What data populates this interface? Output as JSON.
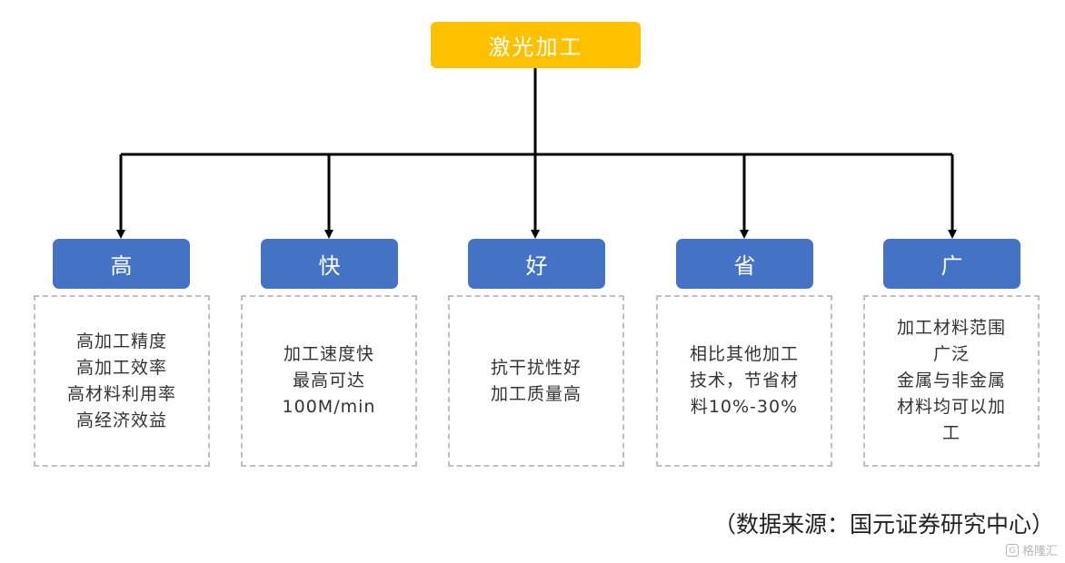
{
  "colors": {
    "root": "#FFC000",
    "category": "#4472C4",
    "connector": "#000000",
    "dashed_border": "#BFBFBF"
  },
  "root": {
    "label": "激光加工"
  },
  "categories": [
    {
      "label": "高",
      "lines": [
        "高加工精度",
        "高加工效率",
        "高材料利用率",
        "高经济效益"
      ]
    },
    {
      "label": "快",
      "lines": [
        "加工速度快",
        "最高可达",
        "100M/min"
      ]
    },
    {
      "label": "好",
      "lines": [
        "抗干扰性好",
        "加工质量高"
      ]
    },
    {
      "label": "省",
      "lines": [
        "相比其他加工",
        "技术，节省材",
        "料10%-30%"
      ]
    },
    {
      "label": "广",
      "lines": [
        "加工材料范围",
        "广泛",
        "金属与非金属",
        "材料均可以加",
        "工"
      ]
    }
  ],
  "source": "（数据来源：国元证券研究中心）",
  "watermark": {
    "icon": "watermark-logo-icon",
    "text": "格隆汇"
  }
}
